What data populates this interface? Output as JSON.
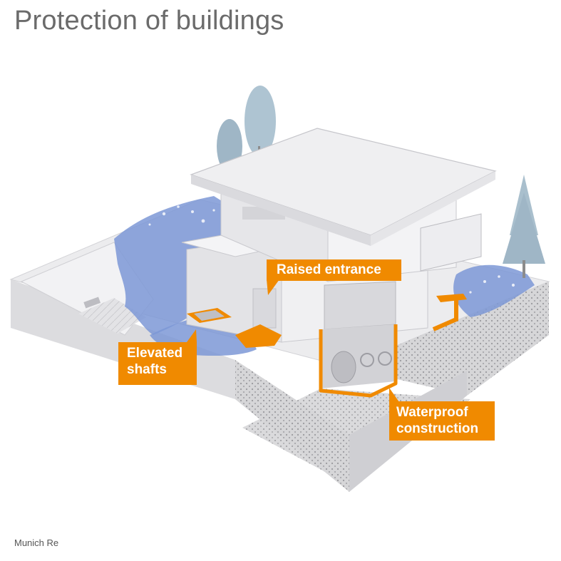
{
  "title": "Protection of buildings",
  "credit": "Munich Re",
  "callouts": {
    "raised_entrance": "Raised entrance",
    "elevated_shafts": [
      "Elevated",
      "shafts"
    ],
    "waterproof_construction": [
      "Waterproof",
      "construction"
    ]
  },
  "colors": {
    "accent": "#f08a00",
    "flood_water": "#6f8fd0",
    "building": "#e6e6e8",
    "title_text": "#6b6b6b"
  }
}
